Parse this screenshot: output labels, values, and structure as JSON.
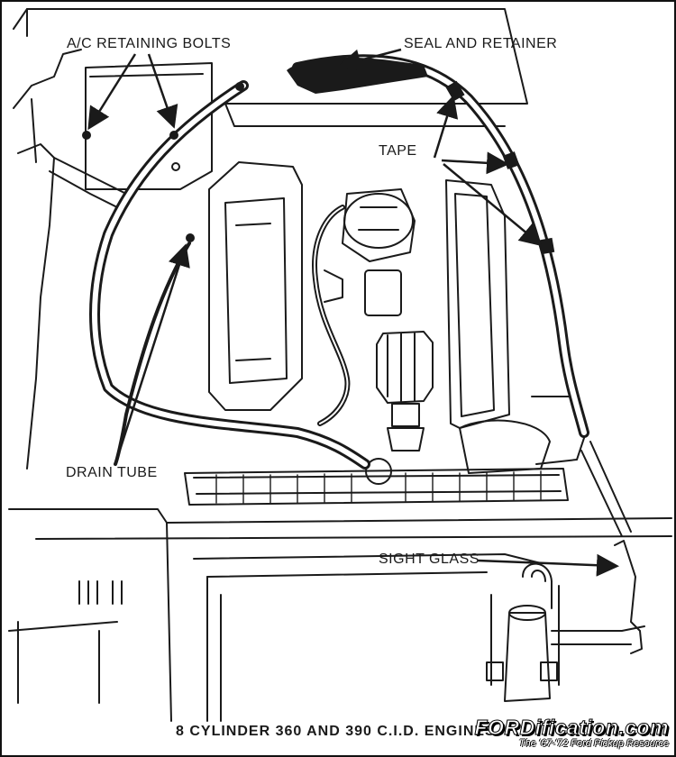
{
  "labels": {
    "ac_retaining_bolts": "A/C RETAINING BOLTS",
    "seal_and_retainer": "SEAL AND RETAINER",
    "tape": "TAPE",
    "drain_tube": "DRAIN TUBE",
    "sight_glass": "SIGHT GLASS"
  },
  "caption": "8 CYLINDER  360 AND 390 C.I.D. ENGINES",
  "watermark": {
    "site": "FORDification.com",
    "tagline": "The '67-'72 Ford Pickup Resource"
  },
  "colors": {
    "ink": "#1a1a1a",
    "paper": "#ffffff"
  }
}
